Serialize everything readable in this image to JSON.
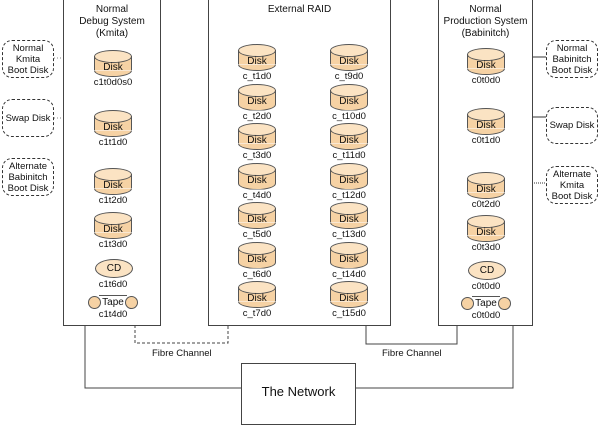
{
  "diagram": {
    "left_system": {
      "title_lines": [
        "Normal",
        "Debug System",
        "(Kmita)"
      ],
      "devices": [
        {
          "type": "disk",
          "glyph": "Disk",
          "label": "c1t0d0s0"
        },
        {
          "type": "disk",
          "glyph": "Disk",
          "label": "c1t1d0"
        },
        {
          "type": "disk",
          "glyph": "Disk",
          "label": "c1t2d0"
        },
        {
          "type": "disk",
          "glyph": "Disk",
          "label": "c1t3d0"
        },
        {
          "type": "cd",
          "glyph": "CD",
          "label": "c1t6d0"
        },
        {
          "type": "tape",
          "glyph": "Tape",
          "label": "c1t4d0"
        }
      ],
      "annotations": [
        {
          "lines": [
            "Normal",
            "Kmita",
            "Boot Disk"
          ]
        },
        {
          "lines": [
            "Swap Disk"
          ]
        },
        {
          "lines": [
            "Alternate",
            "Babinitch",
            "Boot Disk"
          ]
        }
      ]
    },
    "raid": {
      "title": "External RAID",
      "left_column": [
        {
          "glyph": "Disk",
          "label": "c_t1d0"
        },
        {
          "glyph": "Disk",
          "label": "c_t2d0"
        },
        {
          "glyph": "Disk",
          "label": "c_t3d0"
        },
        {
          "glyph": "Disk",
          "label": "c_t4d0"
        },
        {
          "glyph": "Disk",
          "label": "c_t5d0"
        },
        {
          "glyph": "Disk",
          "label": "c_t6d0"
        },
        {
          "glyph": "Disk",
          "label": "c_t7d0"
        }
      ],
      "right_column": [
        {
          "glyph": "Disk",
          "label": "c_t9d0"
        },
        {
          "glyph": "Disk",
          "label": "c_t10d0"
        },
        {
          "glyph": "Disk",
          "label": "c_t11d0"
        },
        {
          "glyph": "Disk",
          "label": "c_t12d0"
        },
        {
          "glyph": "Disk",
          "label": "c_t13d0"
        },
        {
          "glyph": "Disk",
          "label": "c_t14d0"
        },
        {
          "glyph": "Disk",
          "label": "c_t15d0"
        }
      ]
    },
    "right_system": {
      "title_lines": [
        "Normal",
        "Production System",
        "(Babinitch)"
      ],
      "devices": [
        {
          "type": "disk",
          "glyph": "Disk",
          "label": "c0t0d0"
        },
        {
          "type": "disk",
          "glyph": "Disk",
          "label": "c0t1d0"
        },
        {
          "type": "disk",
          "glyph": "Disk",
          "label": "c0t2d0"
        },
        {
          "type": "disk",
          "glyph": "Disk",
          "label": "c0t3d0"
        },
        {
          "type": "cd",
          "glyph": "CD",
          "label": "c0t0d0"
        },
        {
          "type": "tape",
          "glyph": "Tape",
          "label": "c0t0d0"
        }
      ],
      "annotations": [
        {
          "lines": [
            "Normal",
            "Babinitch",
            "Boot Disk"
          ]
        },
        {
          "lines": [
            "Swap Disk"
          ]
        },
        {
          "lines": [
            "Alternate",
            "Kmita",
            "Boot Disk"
          ]
        }
      ]
    },
    "links": {
      "left_fibre_label": "Fibre Channel",
      "right_fibre_label": "Fibre Channel"
    },
    "network": {
      "label": "The Network"
    }
  }
}
